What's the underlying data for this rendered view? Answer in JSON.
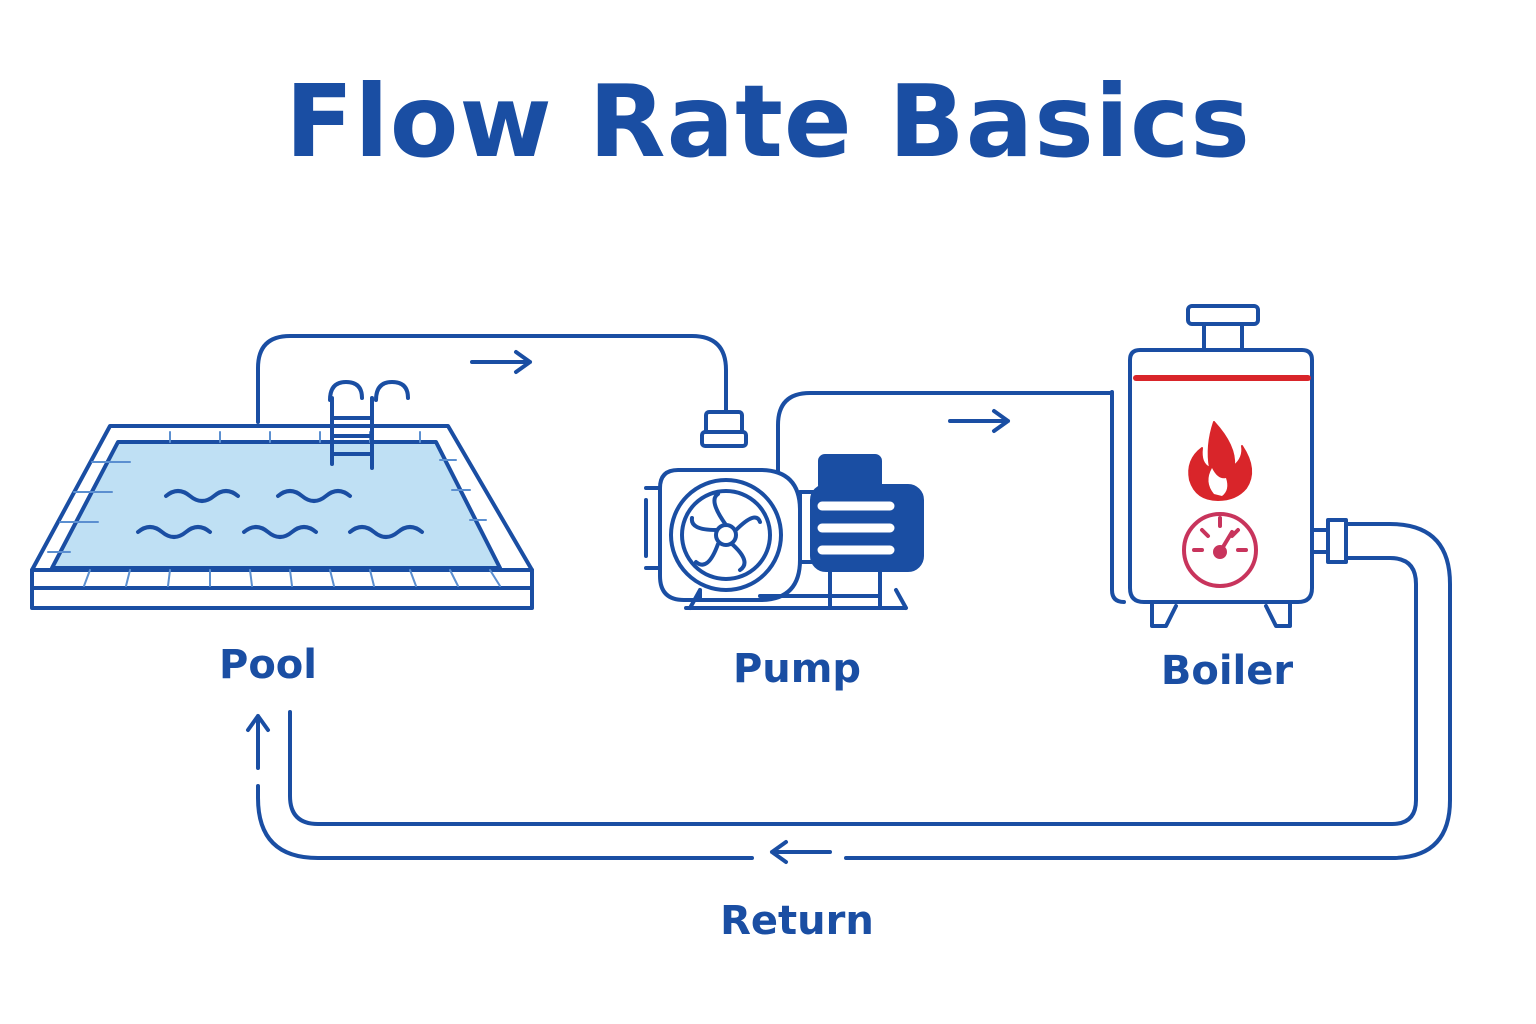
{
  "title": "Flow Rate Basics",
  "labels": {
    "pool": "Pool",
    "pump": "Pump",
    "boiler": "Boiler",
    "return": "Return"
  },
  "colors": {
    "primary": "#1a4ea3",
    "water": "#bfe0f4",
    "accent_red": "#d9252a",
    "gauge": "#c8345c"
  }
}
